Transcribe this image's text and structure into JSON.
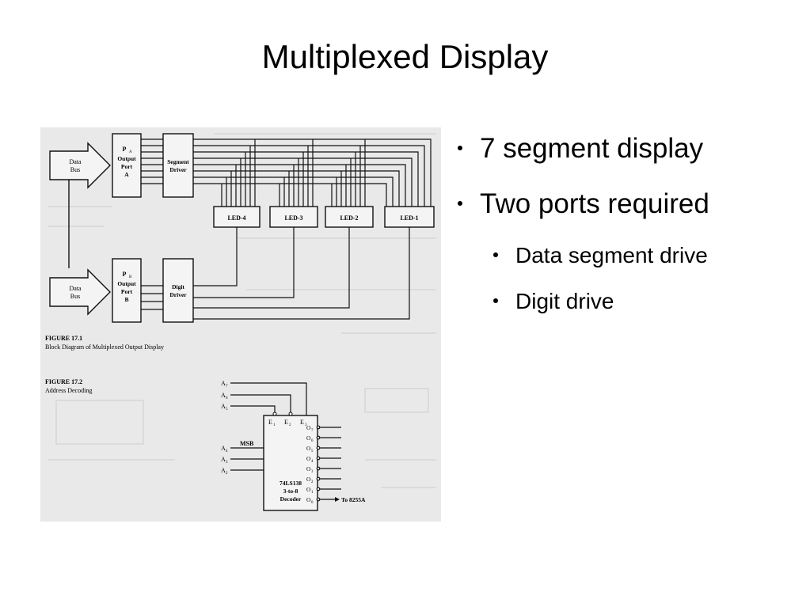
{
  "slide": {
    "title": "Multiplexed Display"
  },
  "bullets": [
    {
      "text": "7 segment display"
    },
    {
      "text": "Two ports required"
    }
  ],
  "sub_bullets": [
    {
      "text": "Data segment drive"
    },
    {
      "text": "Digit drive"
    }
  ],
  "figure": {
    "data_bus_1": [
      "Data",
      "Bus"
    ],
    "port_a": [
      "P",
      "A",
      "Output",
      "Port",
      "A"
    ],
    "segment_driver": [
      "Segment",
      "Driver"
    ],
    "leds": [
      "LED-4",
      "LED-3",
      "LED-2",
      "LED-1"
    ],
    "data_bus_2": [
      "Data",
      "Bus"
    ],
    "port_b": [
      "P",
      "B",
      "Output",
      "Port",
      "B"
    ],
    "digit_driver": [
      "Digit",
      "Driver"
    ],
    "fig1_label": "FIGURE 17.1",
    "fig1_caption": "Block Diagram of Multiplexed Output Display",
    "fig2_label": "FIGURE 17.2",
    "fig2_caption": "Address Decoding",
    "decoder_inputs_top": [
      "A",
      "7",
      "A",
      "6",
      "A",
      "5"
    ],
    "decoder_enables": [
      "E",
      "1",
      "E",
      "2",
      "E",
      "3"
    ],
    "msb_label": "MSB",
    "decoder_inputs_side": [
      "A",
      "4",
      "A",
      "3",
      "A",
      "2"
    ],
    "decoder_outputs": [
      "O",
      "7",
      "O",
      "6",
      "O",
      "5",
      "O",
      "4",
      "O",
      "3",
      "O",
      "2",
      "O",
      "1",
      "O",
      "0"
    ],
    "decoder_name": [
      "74LS138",
      "3-to-8",
      "Decoder"
    ],
    "to_label": "To 8255A"
  }
}
